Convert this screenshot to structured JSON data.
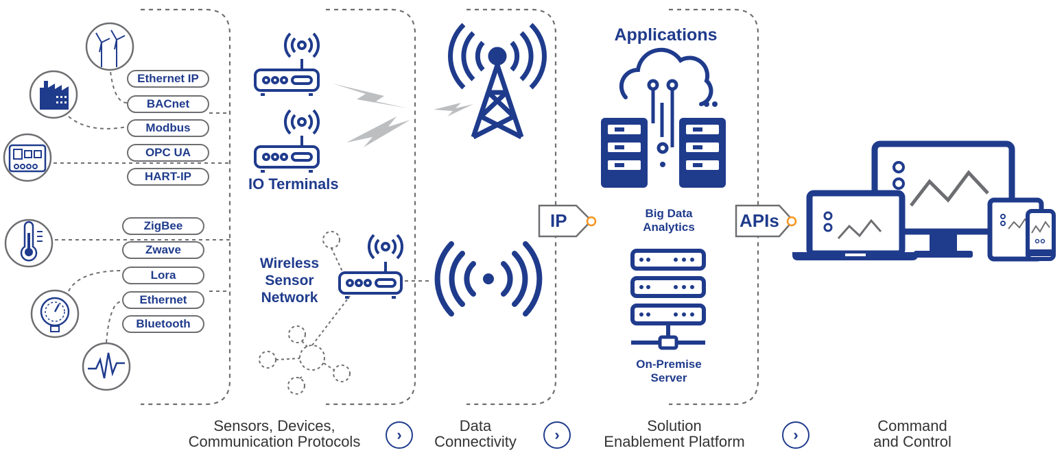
{
  "colors": {
    "primary": "#1f3b8c",
    "outline": "#6d6e71",
    "lightning": "#bcbec0",
    "accent": "#f7941d"
  },
  "protocols": {
    "group1": [
      "Ethernet IP",
      "BACnet",
      "Modbus",
      "OPC UA",
      "HART-IP"
    ],
    "group2": [
      "ZigBee",
      "Zwave",
      "Lora",
      "Ethernet",
      "Bluetooth"
    ]
  },
  "labels": {
    "io_terminals": "IO Terminals",
    "wireless_sensor_network": [
      "Wireless",
      "Sensor",
      "Network"
    ],
    "applications": "Applications",
    "big_data_analytics": [
      "Big Data",
      "Analytics"
    ],
    "on_premise_server": [
      "On-Premise",
      "Server"
    ],
    "ip_tag": "IP",
    "apis_tag": "APIs"
  },
  "stages": [
    [
      "Sensors, Devices,",
      "Communication Protocols"
    ],
    [
      "Data",
      "Connectivity"
    ],
    [
      "Solution",
      "Enablement Platform"
    ],
    [
      "Command",
      "and Control"
    ]
  ],
  "arrow_glyph": "›",
  "icons": [
    "wind-turbine-icon",
    "factory-icon",
    "control-panel-icon",
    "thermometer-icon",
    "pressure-gauge-icon",
    "pulse-wave-icon",
    "router-icon",
    "lightning-icon",
    "cell-tower-icon",
    "wireless-signal-icon",
    "cloud-server-icon",
    "server-rack-icon",
    "laptop-icon",
    "desktop-monitor-icon",
    "tablet-icon",
    "smartphone-icon",
    "chevron-right-icon"
  ]
}
